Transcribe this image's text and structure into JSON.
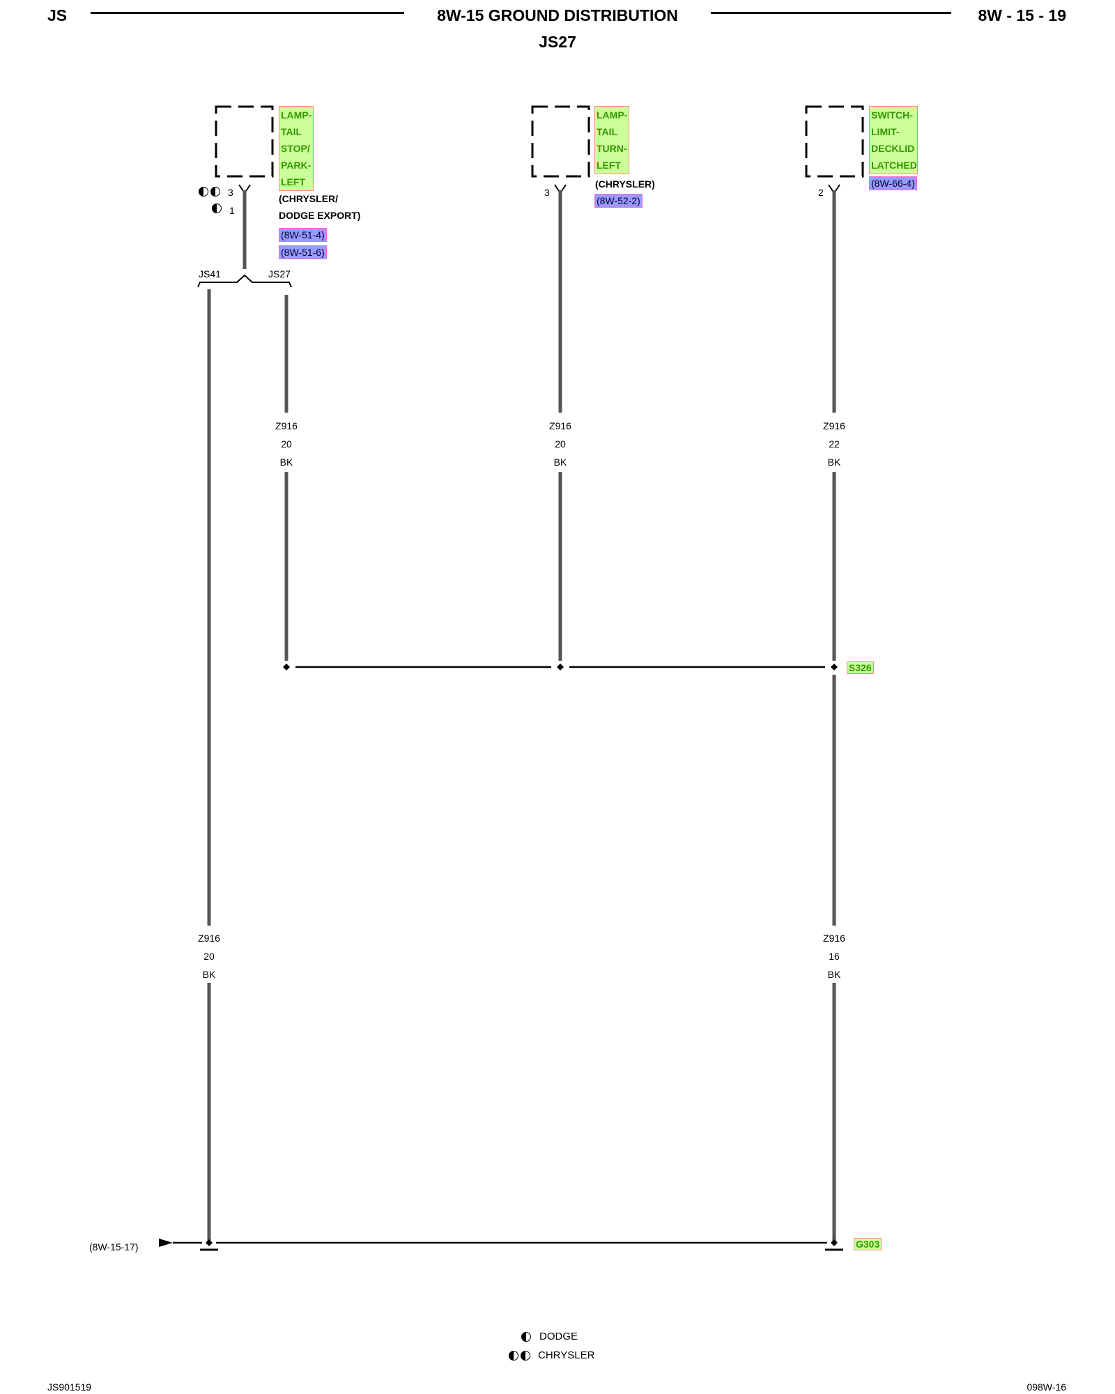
{
  "header": {
    "left": "JS",
    "title": "8W-15 GROUND DISTRIBUTION",
    "subtitle": "JS27",
    "right": "8W - 15 - 19"
  },
  "components": [
    {
      "name": "LAMP-\nTAIL\nSTOP/\nPARK-\nLEFT",
      "pin": "3",
      "alt_pin": "1",
      "note": "(CHRYSLER/\nDODGE EXPORT)",
      "refs": [
        "(8W-51-4)",
        "(8W-51-6)"
      ]
    },
    {
      "name": "LAMP-\nTAIL\nTURN-\nLEFT",
      "pin": "3",
      "note": "(CHRYSLER)",
      "refs": [
        "(8W-52-2)"
      ]
    },
    {
      "name": "SWITCH-\nLIMIT-\nDECKLID\nLATCHED",
      "pin": "2",
      "refs": [
        "(8W-66-4)"
      ]
    }
  ],
  "branch": {
    "left": "JS41",
    "right": "JS27"
  },
  "wires": [
    {
      "circuit": "Z916",
      "gauge": "20",
      "color": "BK"
    },
    {
      "circuit": "Z916",
      "gauge": "20",
      "color": "BK"
    },
    {
      "circuit": "Z916",
      "gauge": "22",
      "color": "BK"
    },
    {
      "circuit": "Z916",
      "gauge": "20",
      "color": "BK"
    },
    {
      "circuit": "Z916",
      "gauge": "16",
      "color": "BK"
    }
  ],
  "splice": "S326",
  "ground": "G303",
  "ground_ref": "(8W-15-17)",
  "legend": {
    "dodge": "DODGE",
    "chrysler": "CHRYSLER"
  },
  "footer": {
    "left": "JS901519",
    "right": "098W-16"
  }
}
